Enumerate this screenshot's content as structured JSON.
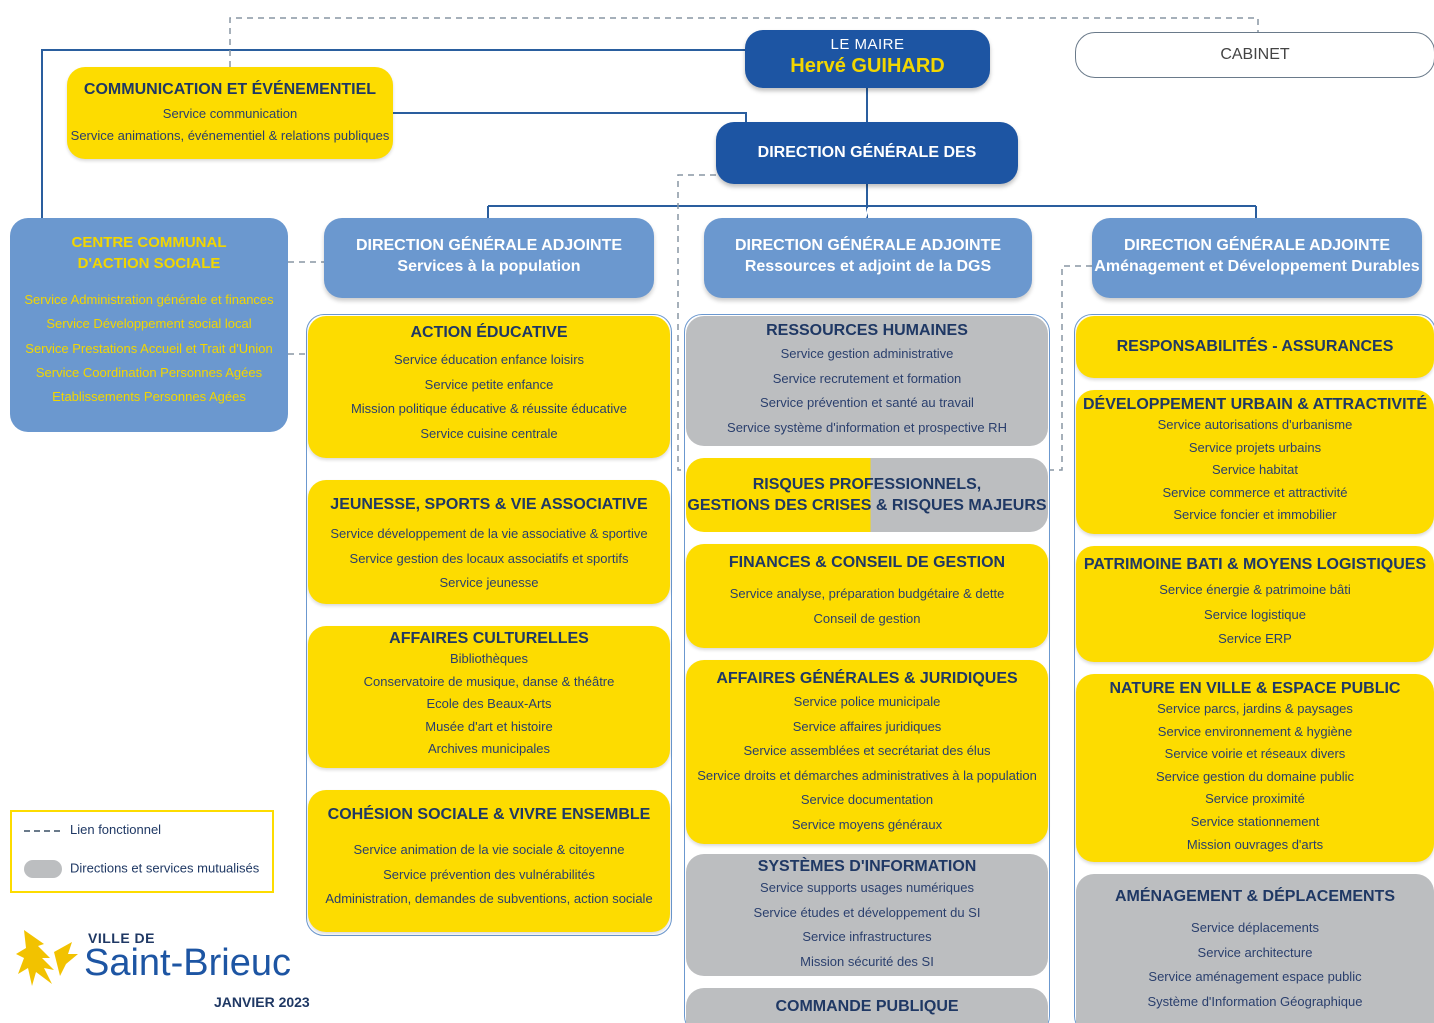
{
  "mayor": {
    "label": "LE MAIRE",
    "name": "Hervé GUIHARD"
  },
  "cabinet": {
    "label": "CABINET"
  },
  "dgs": {
    "label": "DIRECTION GÉNÉRALE DES SERVICES"
  },
  "communication": {
    "title": "COMMUNICATION ET ÉVÉNEMENTIEL",
    "items": [
      "Service communication",
      "Service animations, événementiel & relations publiques"
    ]
  },
  "ccas": {
    "title_line1": "CENTRE COMMUNAL",
    "title_line2": "D'ACTION SOCIALE",
    "items": [
      "Service Administration générale et finances",
      "Service Développement social local",
      "Service Prestations Accueil et Trait d'Union",
      "Service Coordination Personnes Agées",
      "Etablissements Personnes Agées"
    ]
  },
  "dga_population": {
    "line1": "DIRECTION GÉNÉRALE ADJOINTE",
    "line2": "Services à la population"
  },
  "dga_ressources": {
    "line1": "DIRECTION GÉNÉRALE ADJOINTE",
    "line2": "Ressources et adjoint de la DGS"
  },
  "dga_amenagement": {
    "line1": "DIRECTION GÉNÉRALE ADJOINTE",
    "line2": "Aménagement et Développement Durables"
  },
  "population_units": [
    {
      "title": "ACTION ÉDUCATIVE",
      "items": [
        "Service éducation enfance loisirs",
        "Service petite enfance",
        "Mission politique éducative & réussite éducative",
        "Service cuisine centrale"
      ]
    },
    {
      "title": "JEUNESSE, SPORTS & VIE ASSOCIATIVE",
      "items": [
        "Service développement de la vie associative & sportive",
        "Service gestion des locaux associatifs et sportifs",
        "Service jeunesse"
      ]
    },
    {
      "title": "AFFAIRES CULTURELLES",
      "items": [
        "Bibliothèques",
        "Conservatoire de musique, danse & théâtre",
        "Ecole des Beaux-Arts",
        "Musée d'art et histoire",
        "Archives municipales"
      ]
    },
    {
      "title": "COHÉSION SOCIALE & VIVRE ENSEMBLE",
      "items": [
        "Service animation de la vie sociale & citoyenne",
        "Service prévention des vulnérabilités",
        "Administration, demandes de subventions, action sociale"
      ]
    }
  ],
  "ressources_units": [
    {
      "title": "RESSOURCES HUMAINES",
      "items": [
        "Service gestion administrative",
        "Service recrutement et formation",
        "Service prévention et santé au travail",
        "Service système d'information et prospective RH"
      ]
    },
    {
      "title_line1": "RISQUES PROFESSIONNELS,",
      "title_line2": "GESTIONS DES CRISES & RISQUES MAJEURS"
    },
    {
      "title": "FINANCES & CONSEIL DE GESTION",
      "items": [
        "Service analyse, préparation budgétaire & dette",
        "Conseil de gestion"
      ]
    },
    {
      "title": "AFFAIRES GÉNÉRALES & JURIDIQUES",
      "items": [
        "Service police municipale",
        "Service affaires juridiques",
        "Service assemblées et secrétariat des élus",
        "Service droits et démarches administratives à la population",
        "Service documentation",
        "Service moyens généraux"
      ]
    },
    {
      "title": "SYSTÈMES D'INFORMATION",
      "items": [
        "Service supports usages numériques",
        "Service études et développement du SI",
        "Service infrastructures",
        "Mission sécurité des SI"
      ]
    },
    {
      "title": "COMMANDE PUBLIQUE"
    }
  ],
  "amenagement_units": [
    {
      "title": "RESPONSABILITÉS - ASSURANCES"
    },
    {
      "title": "DÉVELOPPEMENT URBAIN & ATTRACTIVITÉ",
      "items": [
        "Service autorisations d'urbanisme",
        "Service projets urbains",
        "Service habitat",
        "Service commerce et attractivité",
        "Service foncier et immobilier"
      ]
    },
    {
      "title": "PATRIMOINE BATI & MOYENS LOGISTIQUES",
      "items": [
        "Service énergie & patrimoine bâti",
        "Service logistique",
        "Service ERP"
      ]
    },
    {
      "title": "NATURE EN VILLE & ESPACE PUBLIC",
      "items": [
        "Service parcs, jardins & paysages",
        "Service environnement & hygiène",
        "Service voirie et réseaux divers",
        "Service gestion du domaine public",
        "Service proximité",
        "Service stationnement",
        "Mission ouvrages d'arts"
      ]
    },
    {
      "title": "AMÉNAGEMENT & DÉPLACEMENTS",
      "items": [
        "Service déplacements",
        "Service architecture",
        "Service aménagement espace public",
        "Système d'Information Géographique"
      ]
    }
  ],
  "legend": {
    "functional_link": "Lien fonctionnel",
    "shared": "Directions et services mutualisés"
  },
  "logo": {
    "ville_de": "VILLE DE",
    "city": "Saint-Brieuc",
    "date": "JANVIER 2023"
  },
  "colors": {
    "dark_blue": "#1d55a3",
    "mid_blue": "#6b98cf",
    "yellow": "#fddc00",
    "grey": "#bcbec0",
    "navy_text": "#1f3864"
  }
}
